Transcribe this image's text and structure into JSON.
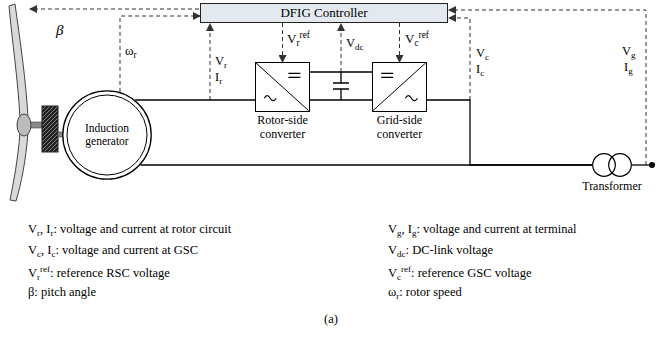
{
  "diagram": {
    "nodes": [
      {
        "text": [
          "DFIG Controller"
        ]
      },
      {
        "text": [
          "Induction generator"
        ]
      },
      {
        "text": [
          "Rotor-side converter"
        ]
      },
      {
        "text": [
          "Grid-side converter"
        ]
      },
      {
        "text": [
          "Transformer"
        ]
      }
    ],
    "edges": [
      {
        "from": 0,
        "to": 2,
        "label": "Vrref",
        "arrow": "to"
      },
      {
        "from": 0,
        "to": 3,
        "label": "Vcref",
        "arrow": "to"
      },
      {
        "from": 1,
        "to": 0,
        "label": "ωr",
        "arrow": "to"
      },
      {
        "from": 1,
        "to": 2,
        "arrow": "none"
      },
      {
        "from": 2,
        "to": 3,
        "arrow": "none"
      },
      {
        "from": 1,
        "to": 4,
        "arrow": "none"
      },
      {
        "from": 3,
        "to": 4,
        "arrow": "none"
      }
    ],
    "labels": [
      "β",
      "Vr",
      "Ir",
      "Vdc",
      "Vc",
      "Ic",
      "Vg",
      "Ig",
      "Vr, Ir: voltage and current at rotor circuit",
      "Vg, Ig: voltage and current at terminal",
      "Vc, Ic: voltage and current at GSC",
      "Vdc: DC-link voltage",
      "Vrref: reference RSC voltage",
      "Vcref: reference GSC voltage",
      "β: pitch angle",
      "ωr: rotor speed",
      "(a)"
    ]
  }
}
